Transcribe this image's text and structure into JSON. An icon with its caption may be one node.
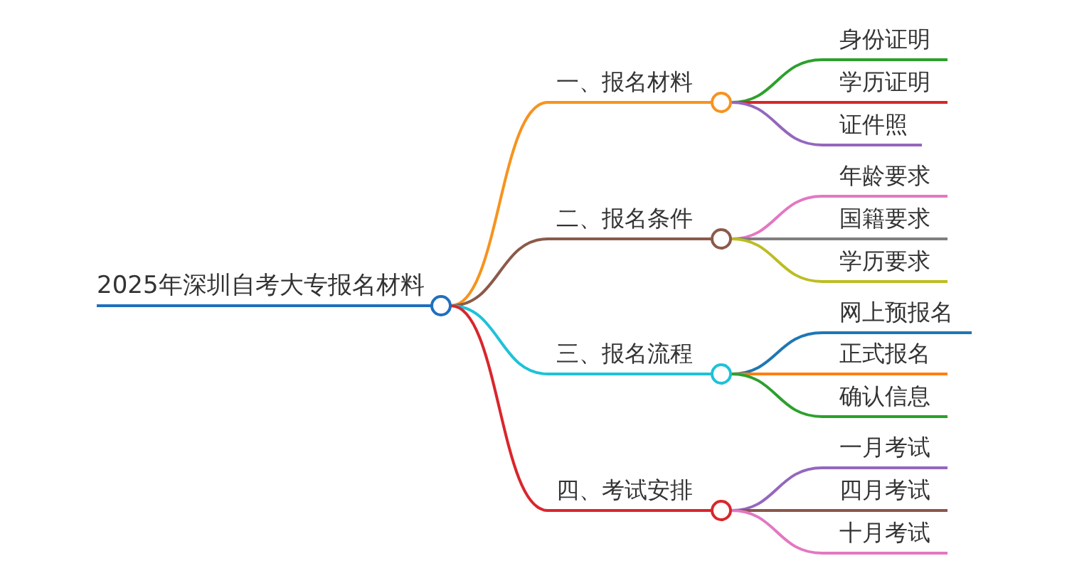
{
  "diagram": {
    "nodes": [
      {
        "text": [
          "2025年深圳自考大专报名材料"
        ]
      },
      {
        "text": [
          "一、报名材料"
        ]
      },
      {
        "text": [
          "二、报名条件"
        ]
      },
      {
        "text": [
          "三、报名流程"
        ]
      },
      {
        "text": [
          "四、考试安排"
        ]
      },
      {
        "text": [
          "身份证明"
        ]
      },
      {
        "text": [
          "学历证明"
        ]
      },
      {
        "text": [
          "证件照"
        ]
      },
      {
        "text": [
          "年龄要求"
        ]
      },
      {
        "text": [
          "国籍要求"
        ]
      },
      {
        "text": [
          "学历要求"
        ]
      },
      {
        "text": [
          "网上预报名"
        ]
      },
      {
        "text": [
          "正式报名"
        ]
      },
      {
        "text": [
          "确认信息"
        ]
      },
      {
        "text": [
          "一月考试"
        ]
      },
      {
        "text": [
          "四月考试"
        ]
      },
      {
        "text": [
          "十月考试"
        ]
      }
    ],
    "edges": [
      {
        "from": 0,
        "to": 1,
        "arrow": "none",
        "color": "#f7931e"
      },
      {
        "from": 0,
        "to": 2,
        "arrow": "none",
        "color": "#8b5a4a"
      },
      {
        "from": 0,
        "to": 3,
        "arrow": "none",
        "color": "#1ec2d8"
      },
      {
        "from": 0,
        "to": 4,
        "arrow": "none",
        "color": "#d9262c"
      },
      {
        "from": 1,
        "to": 5,
        "arrow": "none",
        "color": "#2ca02c"
      },
      {
        "from": 1,
        "to": 6,
        "arrow": "none",
        "color": "#d62728"
      },
      {
        "from": 1,
        "to": 7,
        "arrow": "none",
        "color": "#9467bd"
      },
      {
        "from": 2,
        "to": 8,
        "arrow": "none",
        "color": "#e377c2"
      },
      {
        "from": 2,
        "to": 9,
        "arrow": "none",
        "color": "#7f7f7f"
      },
      {
        "from": 2,
        "to": 10,
        "arrow": "none",
        "color": "#bcbd22"
      },
      {
        "from": 3,
        "to": 11,
        "arrow": "none",
        "color": "#1f77b4"
      },
      {
        "from": 3,
        "to": 12,
        "arrow": "none",
        "color": "#ff7f0e"
      },
      {
        "from": 3,
        "to": 13,
        "arrow": "none",
        "color": "#2ca02c"
      },
      {
        "from": 4,
        "to": 14,
        "arrow": "none",
        "color": "#9467bd"
      },
      {
        "from": 4,
        "to": 15,
        "arrow": "none",
        "color": "#8c564b"
      },
      {
        "from": 4,
        "to": 16,
        "arrow": "none",
        "color": "#e377c2"
      }
    ]
  }
}
